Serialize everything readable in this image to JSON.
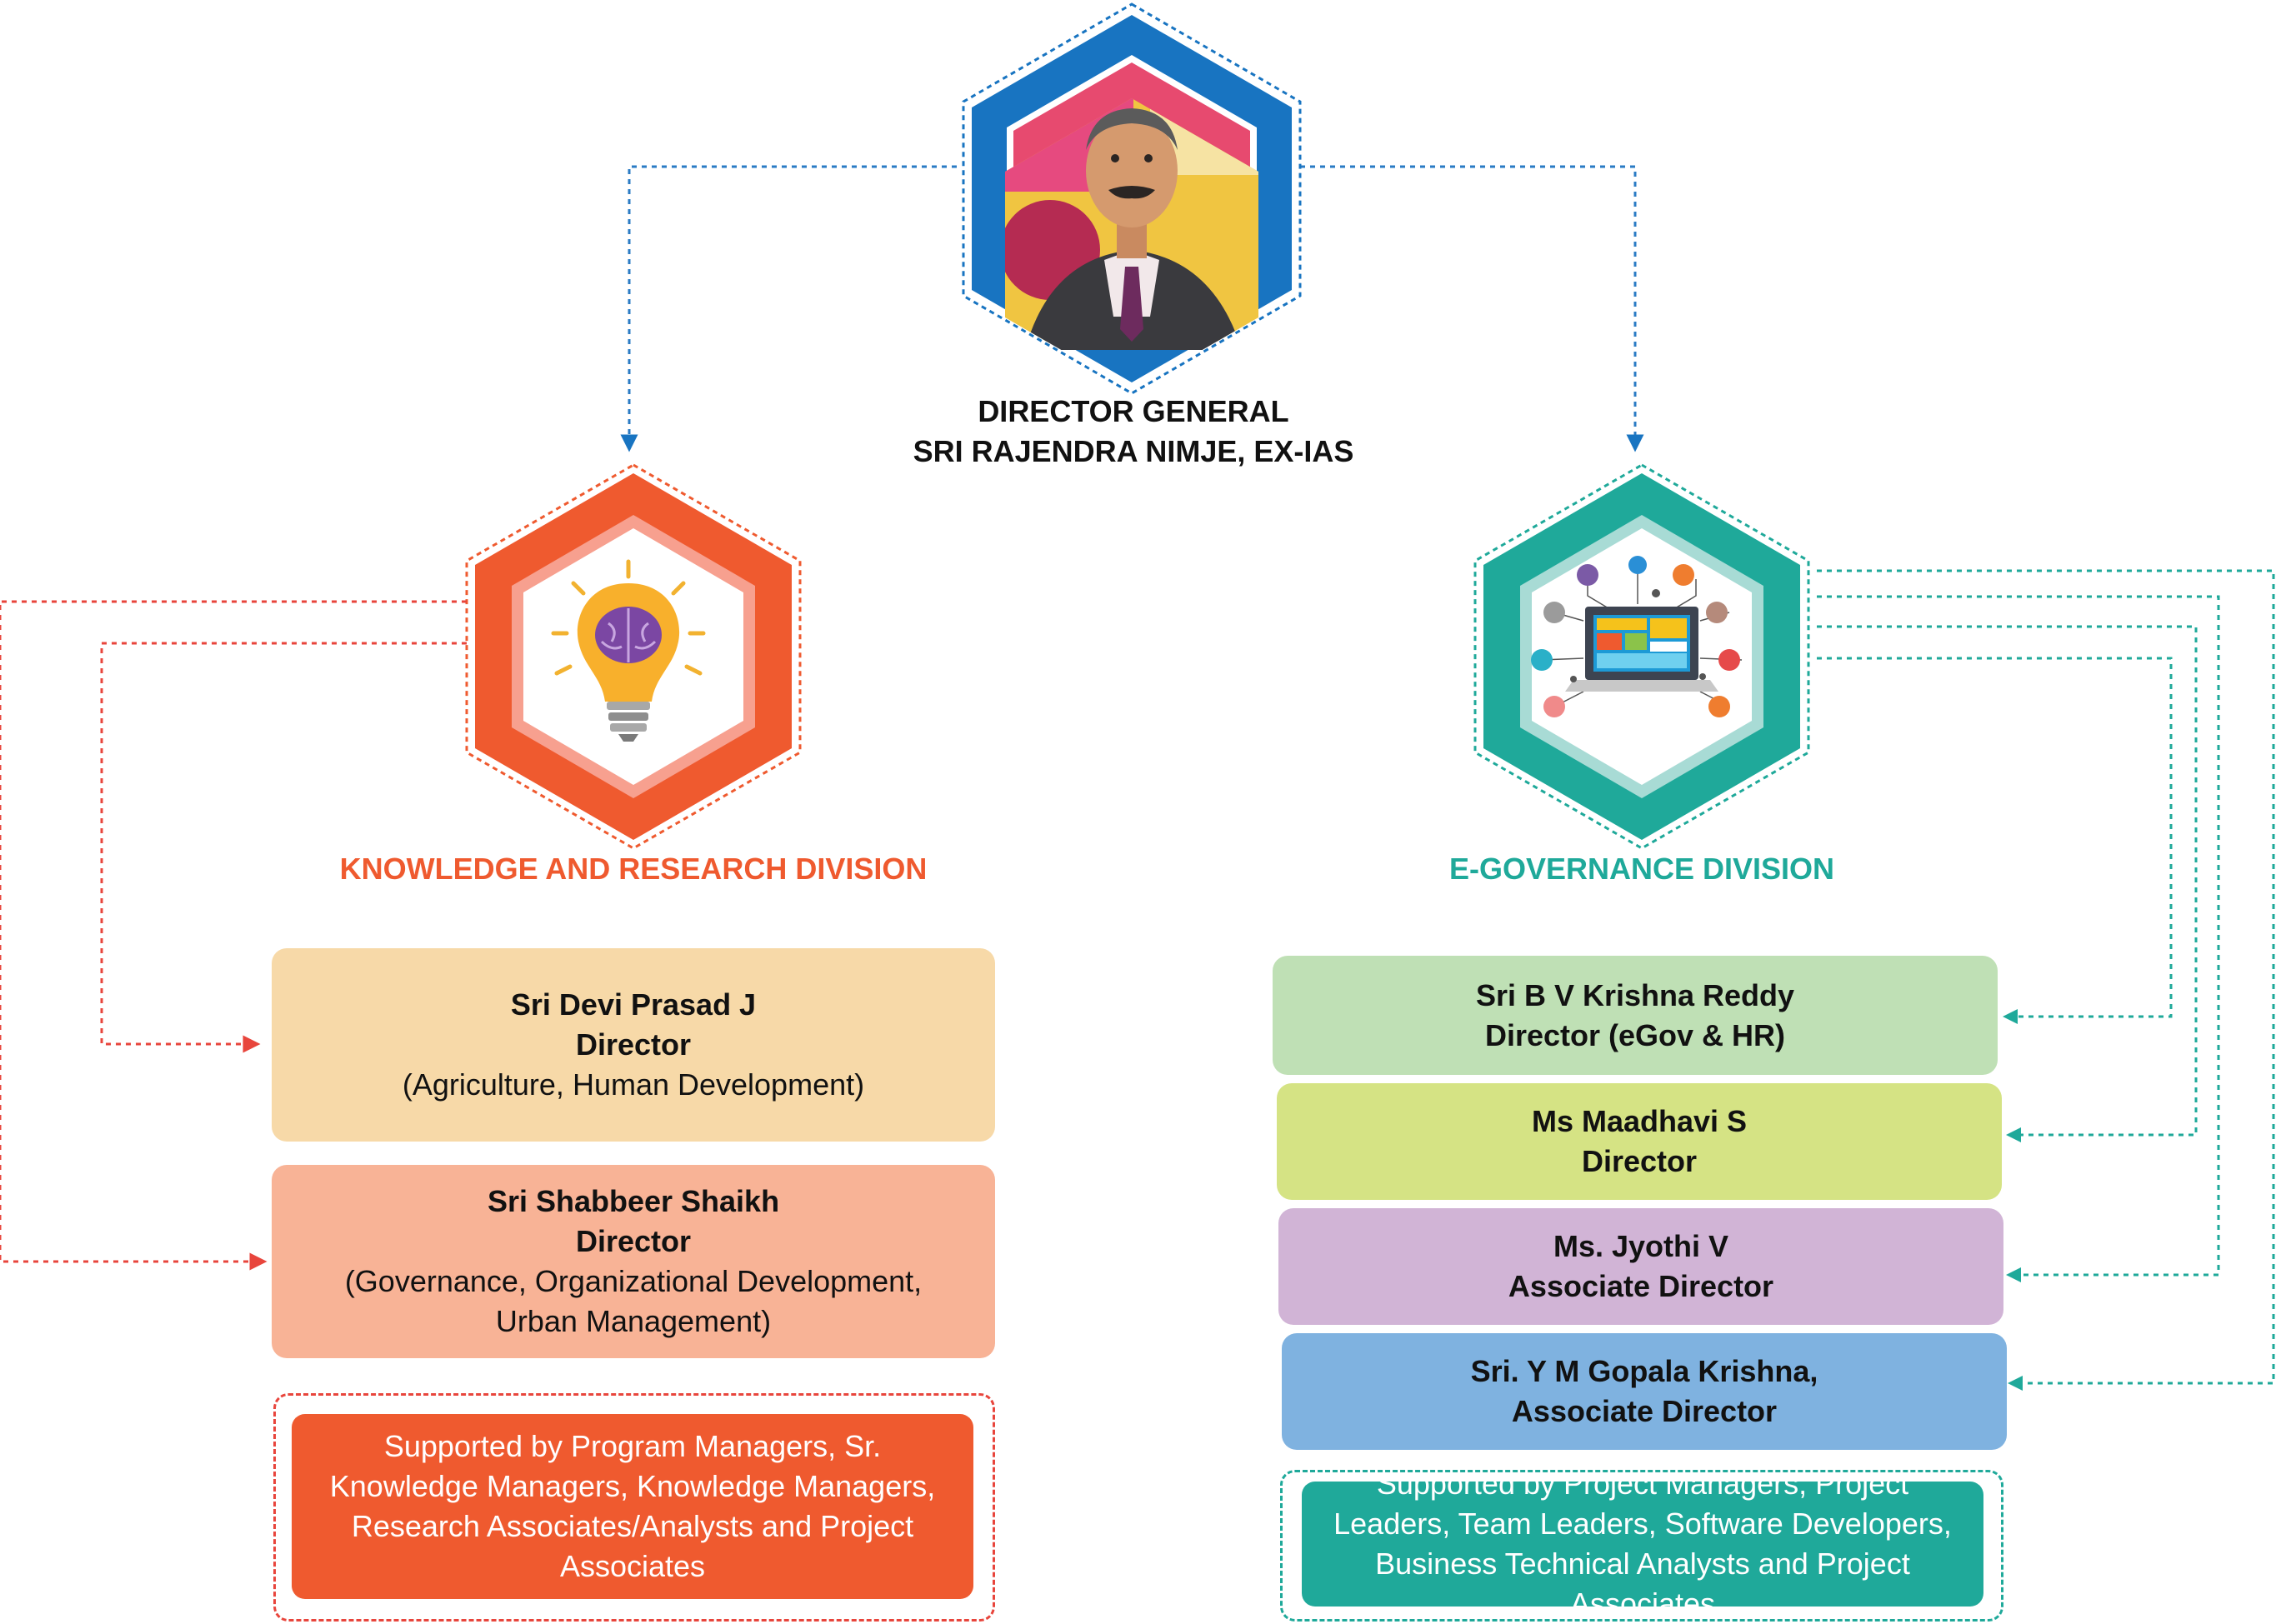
{
  "director_general": {
    "title": "DIRECTOR GENERAL",
    "name": "SRI RAJENDRA NIMJE, EX-IAS"
  },
  "divisions": {
    "knowledge": {
      "title": "KNOWLEDGE AND RESEARCH DIVISION",
      "color": "#ef5a2f",
      "members": [
        {
          "name": "Sri Devi Prasad J",
          "role": "Director",
          "detail": "(Agriculture, Human Development)",
          "color": "#f7d9a8"
        },
        {
          "name": "Sri Shabbeer Shaikh",
          "role": "Director",
          "detail": "(Governance, Organizational Development, Urban Management)",
          "color": "#f8b396"
        }
      ],
      "support": "Supported by Program Managers, Sr. Knowledge Managers, Knowledge Managers, Research Associates/Analysts and Project Associates"
    },
    "egov": {
      "title": "E-GOVERNANCE DIVISION",
      "color": "#1fa99a",
      "members": [
        {
          "name": "Sri B V Krishna Reddy",
          "role": "Director (eGov & HR)",
          "color": "#bfe0b5"
        },
        {
          "name": "Ms Maadhavi S",
          "role": "Director",
          "color": "#d5e384"
        },
        {
          "name": "Ms. Jyothi V",
          "role": "Associate Director",
          "color": "#d1b4d6"
        },
        {
          "name": "Sri. Y M Gopala Krishna,",
          "role": "Associate Director",
          "color": "#7fb2e0"
        }
      ],
      "support": "Supported by Project Managers, Project Leaders, Team Leaders, Software Developers, Business Technical Analysts and Project Associates"
    }
  },
  "colors": {
    "dg_blue": "#1874c1",
    "dg_arrow": "#2a7bc4",
    "kr_line": "#e8453c",
    "eg_line": "#1fa99a"
  },
  "icons": {
    "dg": "portrait-photo",
    "knowledge": "lightbulb-brain-icon",
    "egov": "laptop-network-icon"
  }
}
